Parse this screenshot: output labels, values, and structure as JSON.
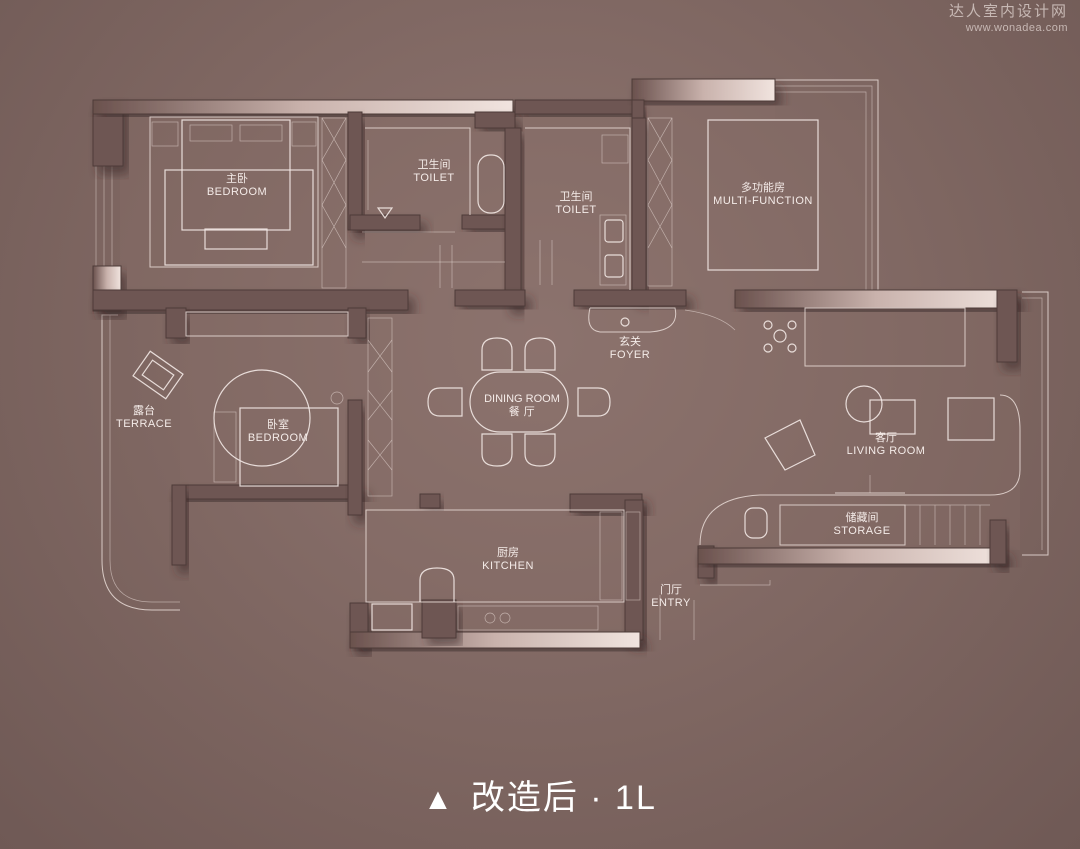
{
  "watermark": {
    "site_cn": "达人室内设计网",
    "url": "www.wonadea.com"
  },
  "caption": {
    "symbol": "▲",
    "text": "改造后 · 1L"
  },
  "rooms": {
    "master_bedroom": {
      "cn": "主卧",
      "en": "BEDROOM"
    },
    "toilet_1": {
      "cn": "卫生间",
      "en": "TOILET"
    },
    "toilet_2": {
      "cn": "卫生间",
      "en": "TOILET"
    },
    "multi_function": {
      "cn": "多功能房",
      "en": "MULTI-FUNCTION"
    },
    "foyer": {
      "cn": "玄关",
      "en": "FOYER"
    },
    "dining_room": {
      "en": "DINING ROOM",
      "cn": "餐 厅"
    },
    "terrace": {
      "cn": "露台",
      "en": "TERRACE"
    },
    "bedroom_2": {
      "cn": "卧室",
      "en": "BEDROOM"
    },
    "living_room": {
      "cn": "客厅",
      "en": "LIVING ROOM"
    },
    "storage": {
      "cn": "储藏间",
      "en": "STORAGE"
    },
    "kitchen": {
      "cn": "厨房",
      "en": "KITCHEN"
    },
    "entry": {
      "cn": "门厅",
      "en": "ENTRY"
    }
  }
}
